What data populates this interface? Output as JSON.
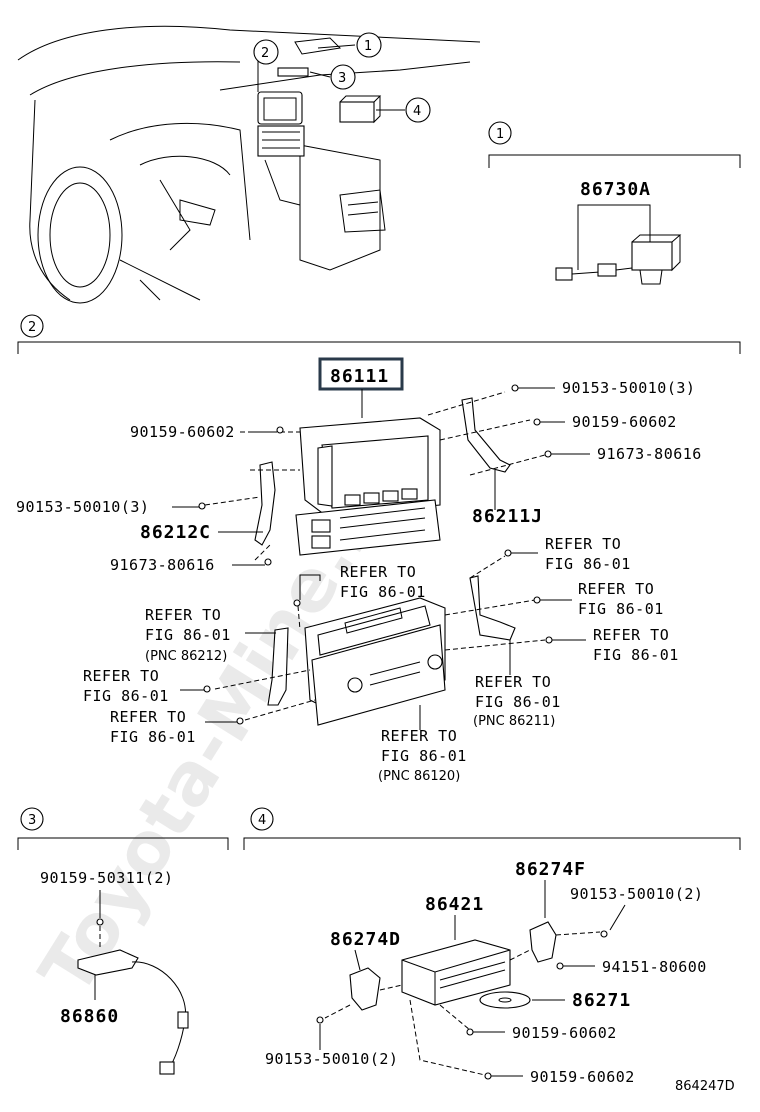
{
  "watermark": "Toyota-Mine.ru",
  "diagram_code": "864247D",
  "callouts": [
    "1",
    "2",
    "3",
    "4"
  ],
  "section1": {
    "num": "1",
    "part": "86730A"
  },
  "section2": {
    "num": "2",
    "main_part": "86111",
    "labels": {
      "a": "90153-50010(3)",
      "b": "90159-60602",
      "c": "91673-80616",
      "d": "90159-60602",
      "e": "90153-50010(3)",
      "f": "86211J",
      "g": "86212C",
      "h": "91673-80616"
    },
    "refs": [
      {
        "l1": "REFER TO",
        "l2": "FIG 86-01",
        "l3": ""
      },
      {
        "l1": "REFER TO",
        "l2": "FIG 86-01",
        "l3": ""
      },
      {
        "l1": "REFER TO",
        "l2": "FIG 86-01",
        "l3": ""
      },
      {
        "l1": "REFER TO",
        "l2": "FIG 86-01",
        "l3": "(PNC 86212)"
      },
      {
        "l1": "REFER TO",
        "l2": "FIG 86-01",
        "l3": ""
      },
      {
        "l1": "REFER TO",
        "l2": "FIG 86-01",
        "l3": ""
      },
      {
        "l1": "REFER TO",
        "l2": "FIG 86-01",
        "l3": ""
      },
      {
        "l1": "REFER TO",
        "l2": "FIG 86-01",
        "l3": "(PNC 86211)"
      },
      {
        "l1": "REFER TO",
        "l2": "FIG 86-01",
        "l3": "(PNC 86120)"
      }
    ]
  },
  "section3": {
    "num": "3",
    "bolt": "90159-50311(2)",
    "part": "86860"
  },
  "section4": {
    "num": "4",
    "p1": "86274F",
    "p2": "90153-50010(2)",
    "p3": "86421",
    "p4": "86274D",
    "p5": "94151-80600",
    "p6": "86271",
    "p7": "90159-60602",
    "p8": "90153-50010(2)",
    "p9": "90159-60602"
  }
}
